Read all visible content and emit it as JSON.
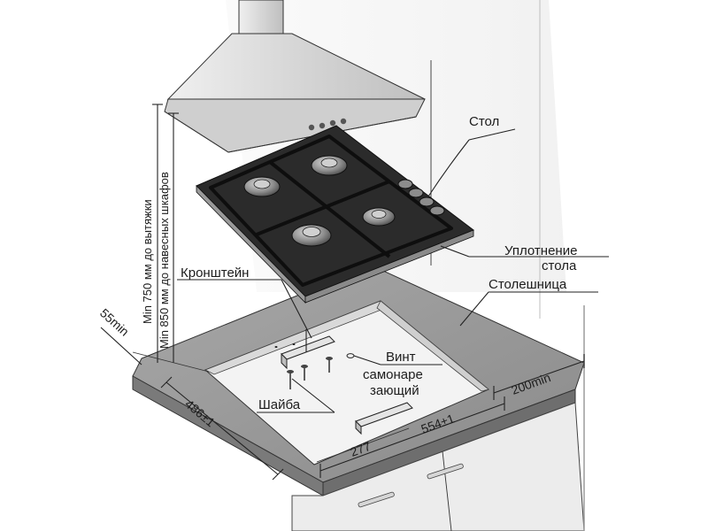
{
  "labels": {
    "stol": "Стол",
    "uplotnenie_1": "Уплотнение",
    "uplotnenie_2": "стола",
    "kronshtein": "Кронштейн",
    "stoleshnitsa": "Столешница",
    "vint_1": "Винт",
    "vint_2": "самонаре",
    "vint_3": "зающий",
    "shaiba": "Шайба"
  },
  "dimensions": {
    "side_gap": "55min",
    "depth": "486±1",
    "width": "554±1",
    "half_width": "277",
    "rear_gap": "200min",
    "hood_min": "Min 750 мм до вытяжки",
    "cabinet_min": "Min 850 мм до навесных шкафов"
  },
  "colors": {
    "background": "#ffffff",
    "hob_glass": "#2a2a2a",
    "worktop": "#9a9a9a",
    "hood": "#dcdcdc",
    "cutout": "#f2f2f2",
    "line": "#222222"
  }
}
